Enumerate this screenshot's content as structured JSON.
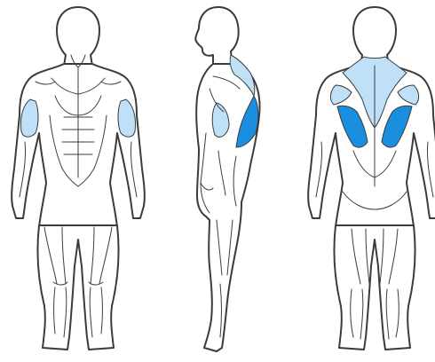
{
  "colors": {
    "outline": "#3b3b3b",
    "skin": "#ffffff",
    "primary_muscle": "#1a8fe0",
    "secondary_muscle": "#bfe0f6"
  },
  "figures": [
    {
      "view": "front",
      "highlighted": [
        "biceps-left",
        "biceps-right"
      ],
      "intensity": "secondary"
    },
    {
      "view": "side",
      "highlighted": [
        "upper-back-trapezius",
        "rear-deltoid"
      ],
      "intensity": "secondary",
      "primary": [
        "latissimus-dorsi"
      ]
    },
    {
      "view": "back",
      "highlighted": [
        "trapezius",
        "rhomboids",
        "rear-deltoids"
      ],
      "intensity": "secondary",
      "primary": [
        "latissimus-dorsi"
      ]
    }
  ]
}
